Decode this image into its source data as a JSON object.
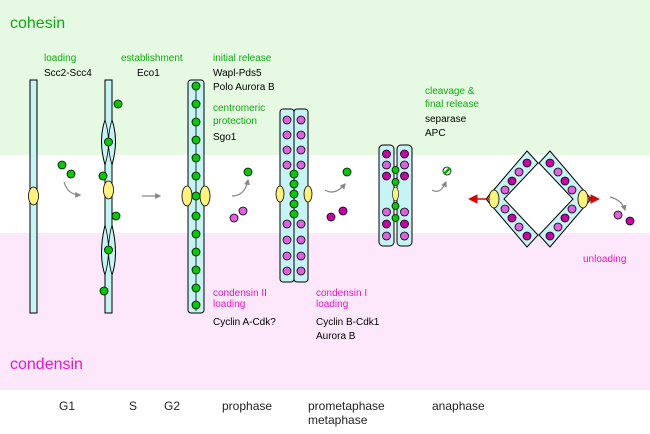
{
  "colors": {
    "cohesin_band": "#e6f9e3",
    "condensin_band": "#fde8fb",
    "phase_band": "#ffffff",
    "cohesin_text": "#11aa11",
    "condensin_text": "#ee11cc",
    "chromosome_fill": "#c6f3f3",
    "cohesin_ring": "#00cc00",
    "condensin_ring": "#e060e0",
    "condensin_ring_dark": "#cc00aa",
    "kinetochore": "#fff27a",
    "pull_arrow": "#dd0000",
    "flow_arrow": "#888888"
  },
  "bands": {
    "cohesin": "cohesin",
    "condensin": "condensin"
  },
  "labels": {
    "loading": "loading",
    "scc2_scc4": "Scc2-Scc4",
    "establishment": "establishment",
    "eco1": "Eco1",
    "initial_release": "initial release",
    "wapl_pds5": "Wapl-Pds5",
    "polo_aurora_b": "Polo  Aurora B",
    "centromeric_protection_1": "centromeric",
    "centromeric_protection_2": "protection",
    "sgo1": "Sgo1",
    "cleavage_1": "cleavage &",
    "cleavage_2": "final release",
    "separase": "separase",
    "apc": "APC",
    "condensin_ii_1": "condensin II",
    "condensin_ii_2": "loading",
    "cyclin_a_cdk": "Cyclin A-Cdk?",
    "condensin_i_1": "condensin I",
    "condensin_i_2": "loading",
    "cyclin_b_cdk1": "Cyclin B-Cdk1",
    "aurora_b": "Aurora B",
    "unloading": "unloading"
  },
  "phases": {
    "g1": "G1",
    "s": "S",
    "g2": "G2",
    "prophase": "prophase",
    "prometaphase": "prometaphase",
    "metaphase": "metaphase",
    "anaphase": "anaphase"
  }
}
